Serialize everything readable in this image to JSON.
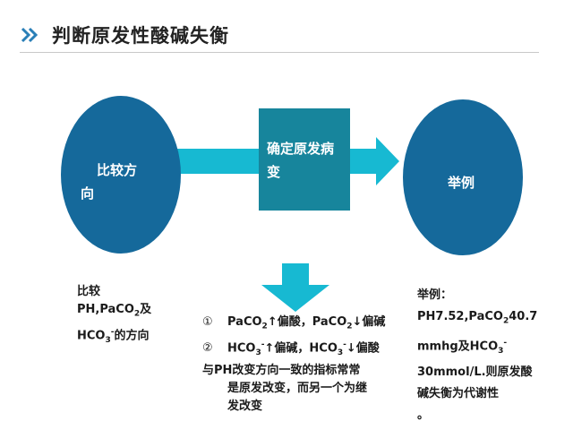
{
  "header": {
    "title": "判断原发性酸碱失衡"
  },
  "nodes": {
    "left": {
      "line1": "比较方",
      "line2": "向"
    },
    "center": {
      "line1": "确定原发病",
      "line2": "变"
    },
    "right": {
      "label": "举例"
    }
  },
  "colors": {
    "ellipse": "#15699b",
    "box": "#17859c",
    "arrow": "#17b9d2",
    "chevron": "#2a7fb7"
  },
  "left_text": {
    "line1": "比较",
    "line2_a": "PH,PaCO",
    "line2_sub": "2",
    "line2_b": "及",
    "line3_a": "HCO",
    "line3_sub": "3",
    "line3_sup": "-",
    "line3_b": "的方向"
  },
  "center_text": {
    "item1_num": "①",
    "item1_a": "PaCO",
    "item1_sub1": "2",
    "item1_b": "↑偏酸，PaCO",
    "item1_sub2": "2",
    "item1_c": "↓偏碱",
    "item2_num": "②",
    "item2_a": "HCO",
    "item2_sub1": "3",
    "item2_sup1": "-",
    "item2_b": "↑偏碱，HCO",
    "item2_sub2": "3",
    "item2_sup2": "-",
    "item2_c": "↓偏酸",
    "line3": "与PH改变方向一致的指标常常",
    "line4": "是原发改变，而另一个为继",
    "line5": "发改变"
  },
  "right_text": {
    "line1": "举例：",
    "line2_a": "PH7.52,PaCO",
    "line2_sub": "2",
    "line2_b": "40.7",
    "line3_a": "mmhg及HCO",
    "line3_sub": "3",
    "line3_sup": "-",
    "line4": "30mmol/L.则原发酸",
    "line5": "碱失衡为代谢性",
    "line6": "。"
  }
}
